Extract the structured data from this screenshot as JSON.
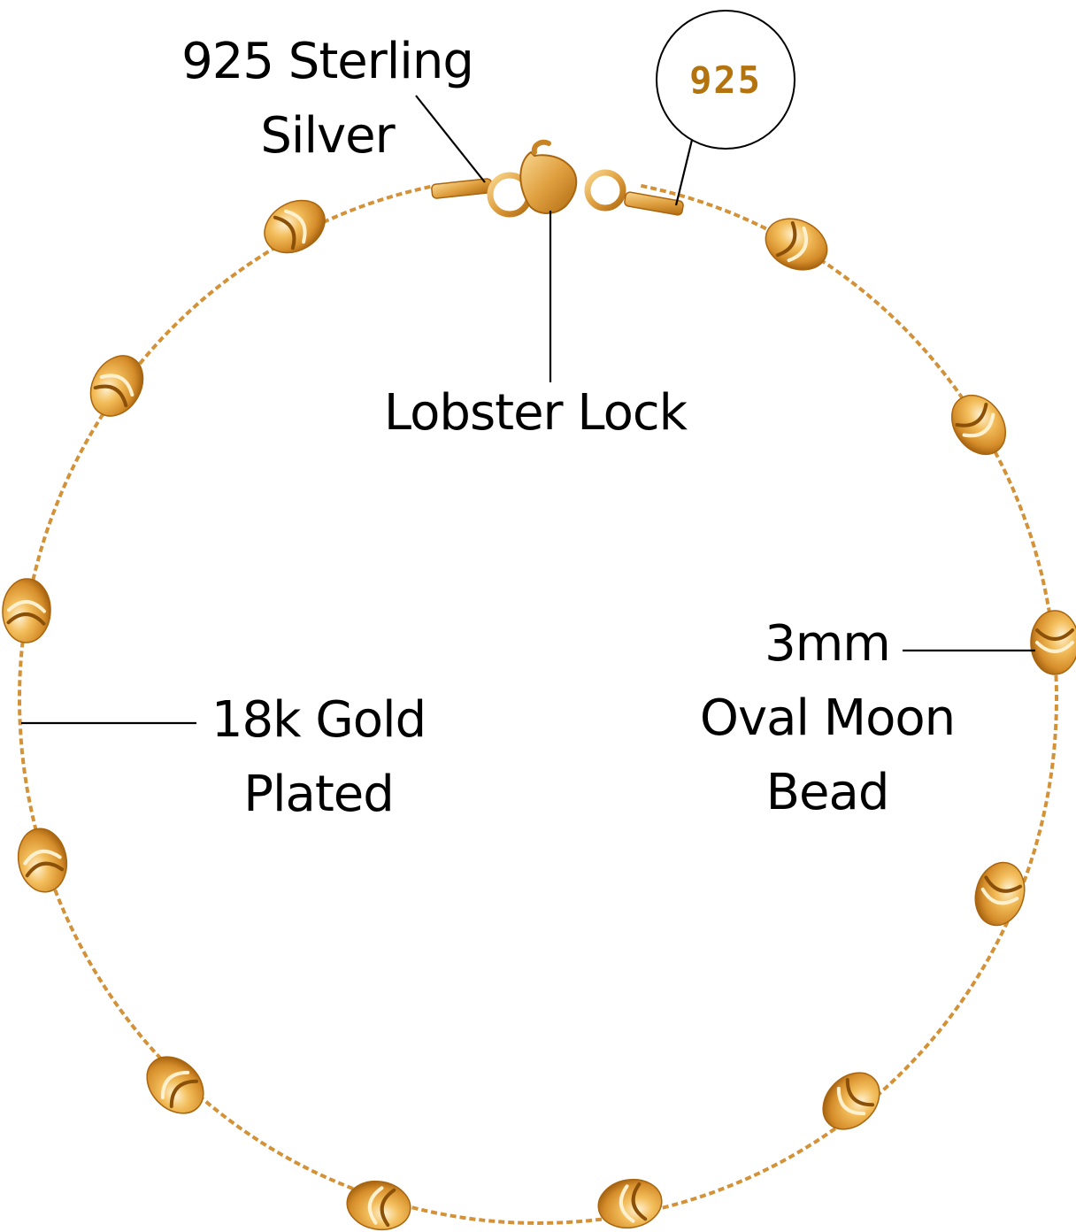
{
  "labels": {
    "sterling": [
      "925 Sterling",
      "Silver"
    ],
    "lobster": "Lobster Lock",
    "gold": [
      "18k Gold",
      "Plated"
    ],
    "bead": [
      "3mm",
      "Oval Moon",
      "Bead"
    ]
  },
  "stamp": {
    "text": "925"
  },
  "colors": {
    "gold_light": "#f6c978",
    "gold": "#e0a040",
    "gold_dark": "#b06a10",
    "leader": "#000000",
    "background": "#ffffff"
  }
}
